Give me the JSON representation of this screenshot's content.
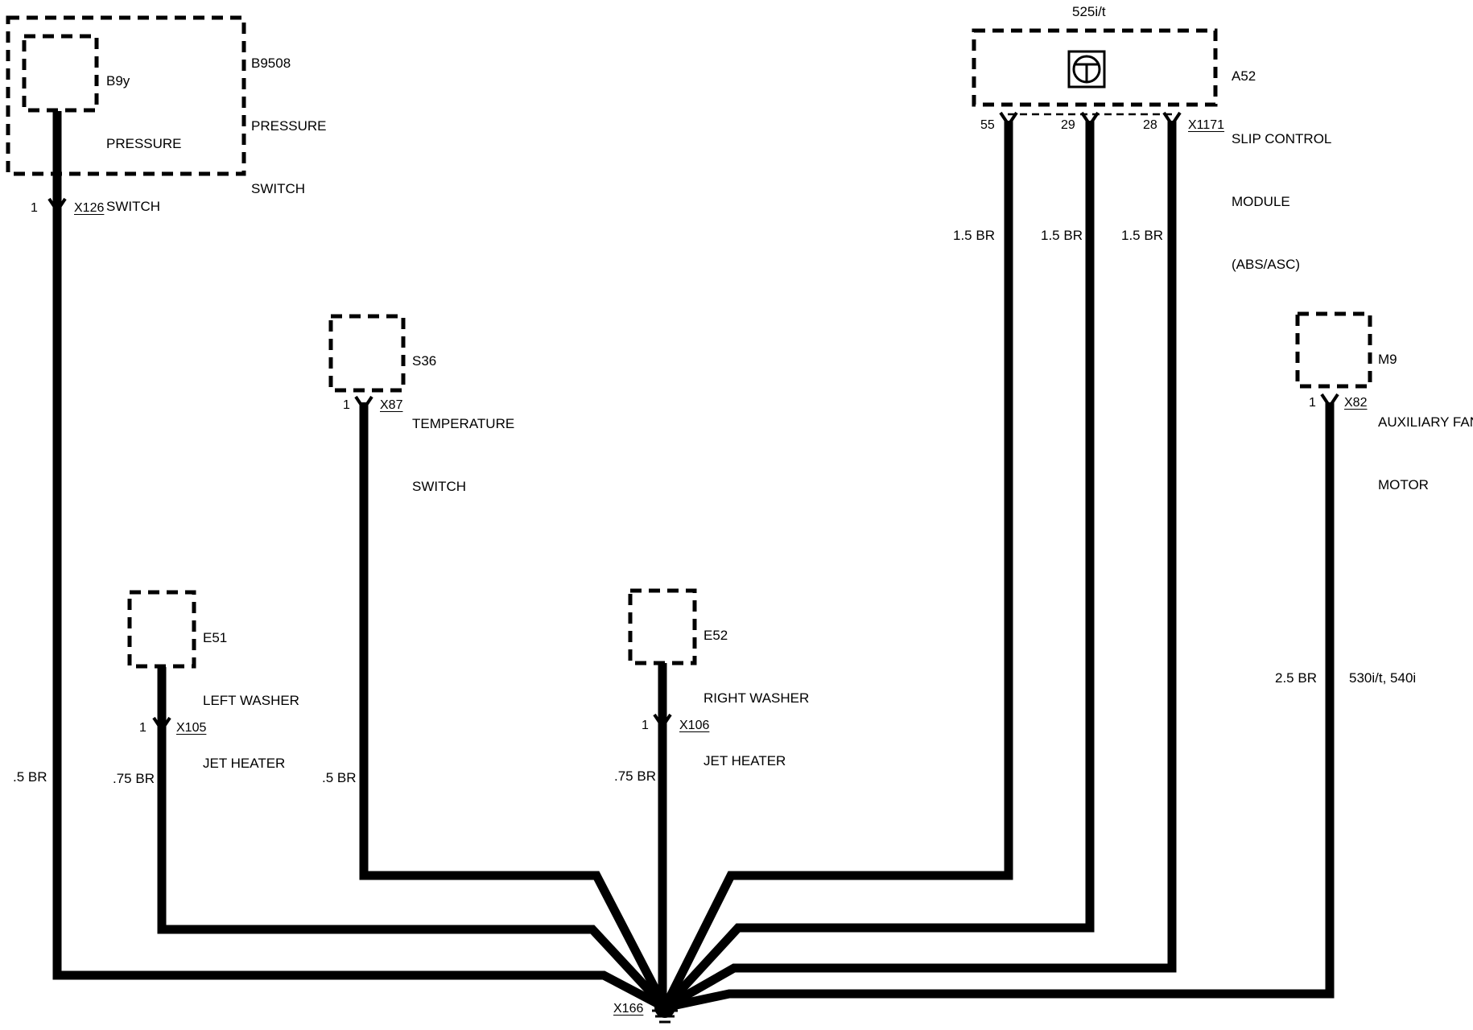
{
  "components": {
    "b9y": {
      "id": "B9y",
      "line1": "PRESSURE",
      "line2": "SWITCH"
    },
    "b9508": {
      "id": "B9508",
      "line1": "PRESSURE",
      "line2": "SWITCH"
    },
    "s36": {
      "id": "S36",
      "line1": "TEMPERATURE",
      "line2": "SWITCH"
    },
    "e51": {
      "id": "E51",
      "line1": "LEFT WASHER",
      "line2": "JET HEATER"
    },
    "e52": {
      "id": "E52",
      "line1": "RIGHT WASHER",
      "line2": "JET HEATER"
    },
    "a52": {
      "id": "A52",
      "line1": "SLIP CONTROL",
      "line2": "MODULE",
      "line3": "(ABS/ASC)",
      "variant": "525i/t"
    },
    "m9": {
      "id": "M9",
      "line1": "AUXILIARY FAN",
      "line2": "MOTOR"
    }
  },
  "connectors": {
    "x126": {
      "name": "X126",
      "pin": "1"
    },
    "x87": {
      "name": "X87",
      "pin": "1"
    },
    "x105": {
      "name": "X105",
      "pin": "1"
    },
    "x106": {
      "name": "X106",
      "pin": "1"
    },
    "x82": {
      "name": "X82",
      "pin": "1"
    },
    "x1171": {
      "name": "X1171",
      "pins": [
        "55",
        "29",
        "28"
      ]
    },
    "x166": {
      "name": "X166"
    }
  },
  "wires": {
    "w_b9y": ".5 BR",
    "w_e51": ".75 BR",
    "w_s36": ".5 BR",
    "w_e52": ".75 BR",
    "w_a52_55": "1.5 BR",
    "w_a52_29": "1.5 BR",
    "w_a52_28": "1.5 BR",
    "w_m9": "2.5 BR",
    "w_m9_note": "530i/t, 540i"
  },
  "colors": {
    "ink": "#000000",
    "background": "#ffffff"
  },
  "icons": {
    "a52_symbol": "steering-wheel-icon",
    "ground": "ground-icon"
  }
}
